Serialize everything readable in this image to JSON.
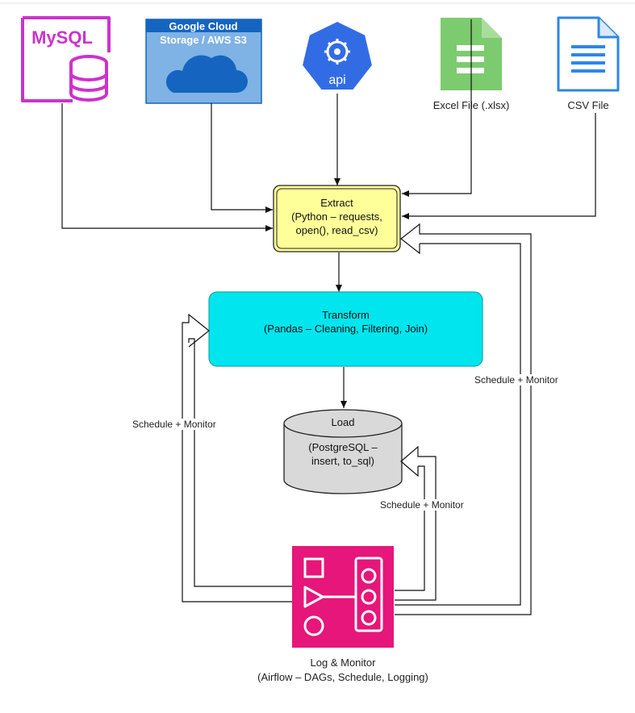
{
  "sources": {
    "mysql": {
      "label": "MySQL"
    },
    "cloud": {
      "line1": "Google Cloud",
      "line2": "Storage / AWS S3"
    },
    "api": {
      "label": "api"
    },
    "excel": {
      "label": "Excel File (.xlsx)"
    },
    "csv": {
      "label": "CSV File"
    }
  },
  "extract": {
    "line1": "Extract",
    "line2": "(Python – requests,",
    "line3": "open(), read_csv)"
  },
  "transform": {
    "line1": "Transform",
    "line2": "(Pandas – Cleaning, Filtering, Join)"
  },
  "load": {
    "line1": "Load",
    "line2": "(PostgreSQL –",
    "line3": "insert, to_sql)"
  },
  "monitor": {
    "line1": "Log & Monitor",
    "line2": "(Airflow – DAGs, Schedule, Logging)"
  },
  "edge_labels": {
    "schedule_left": "Schedule + Monitor",
    "schedule_right": "Schedule + Monitor",
    "schedule_load": "Schedule + Monitor"
  },
  "colors": {
    "mysql": "#cc33cc",
    "cloud_fill": "#7fb2e5",
    "cloud_header": "#1565c0",
    "api": "#326ce5",
    "excel": "#7ccb6e",
    "csv": "#2e86e8",
    "extract_fill": "#ffff99",
    "transform_fill": "#00e5ee",
    "load_fill": "#d9d9d9",
    "airflow": "#e6167a"
  }
}
